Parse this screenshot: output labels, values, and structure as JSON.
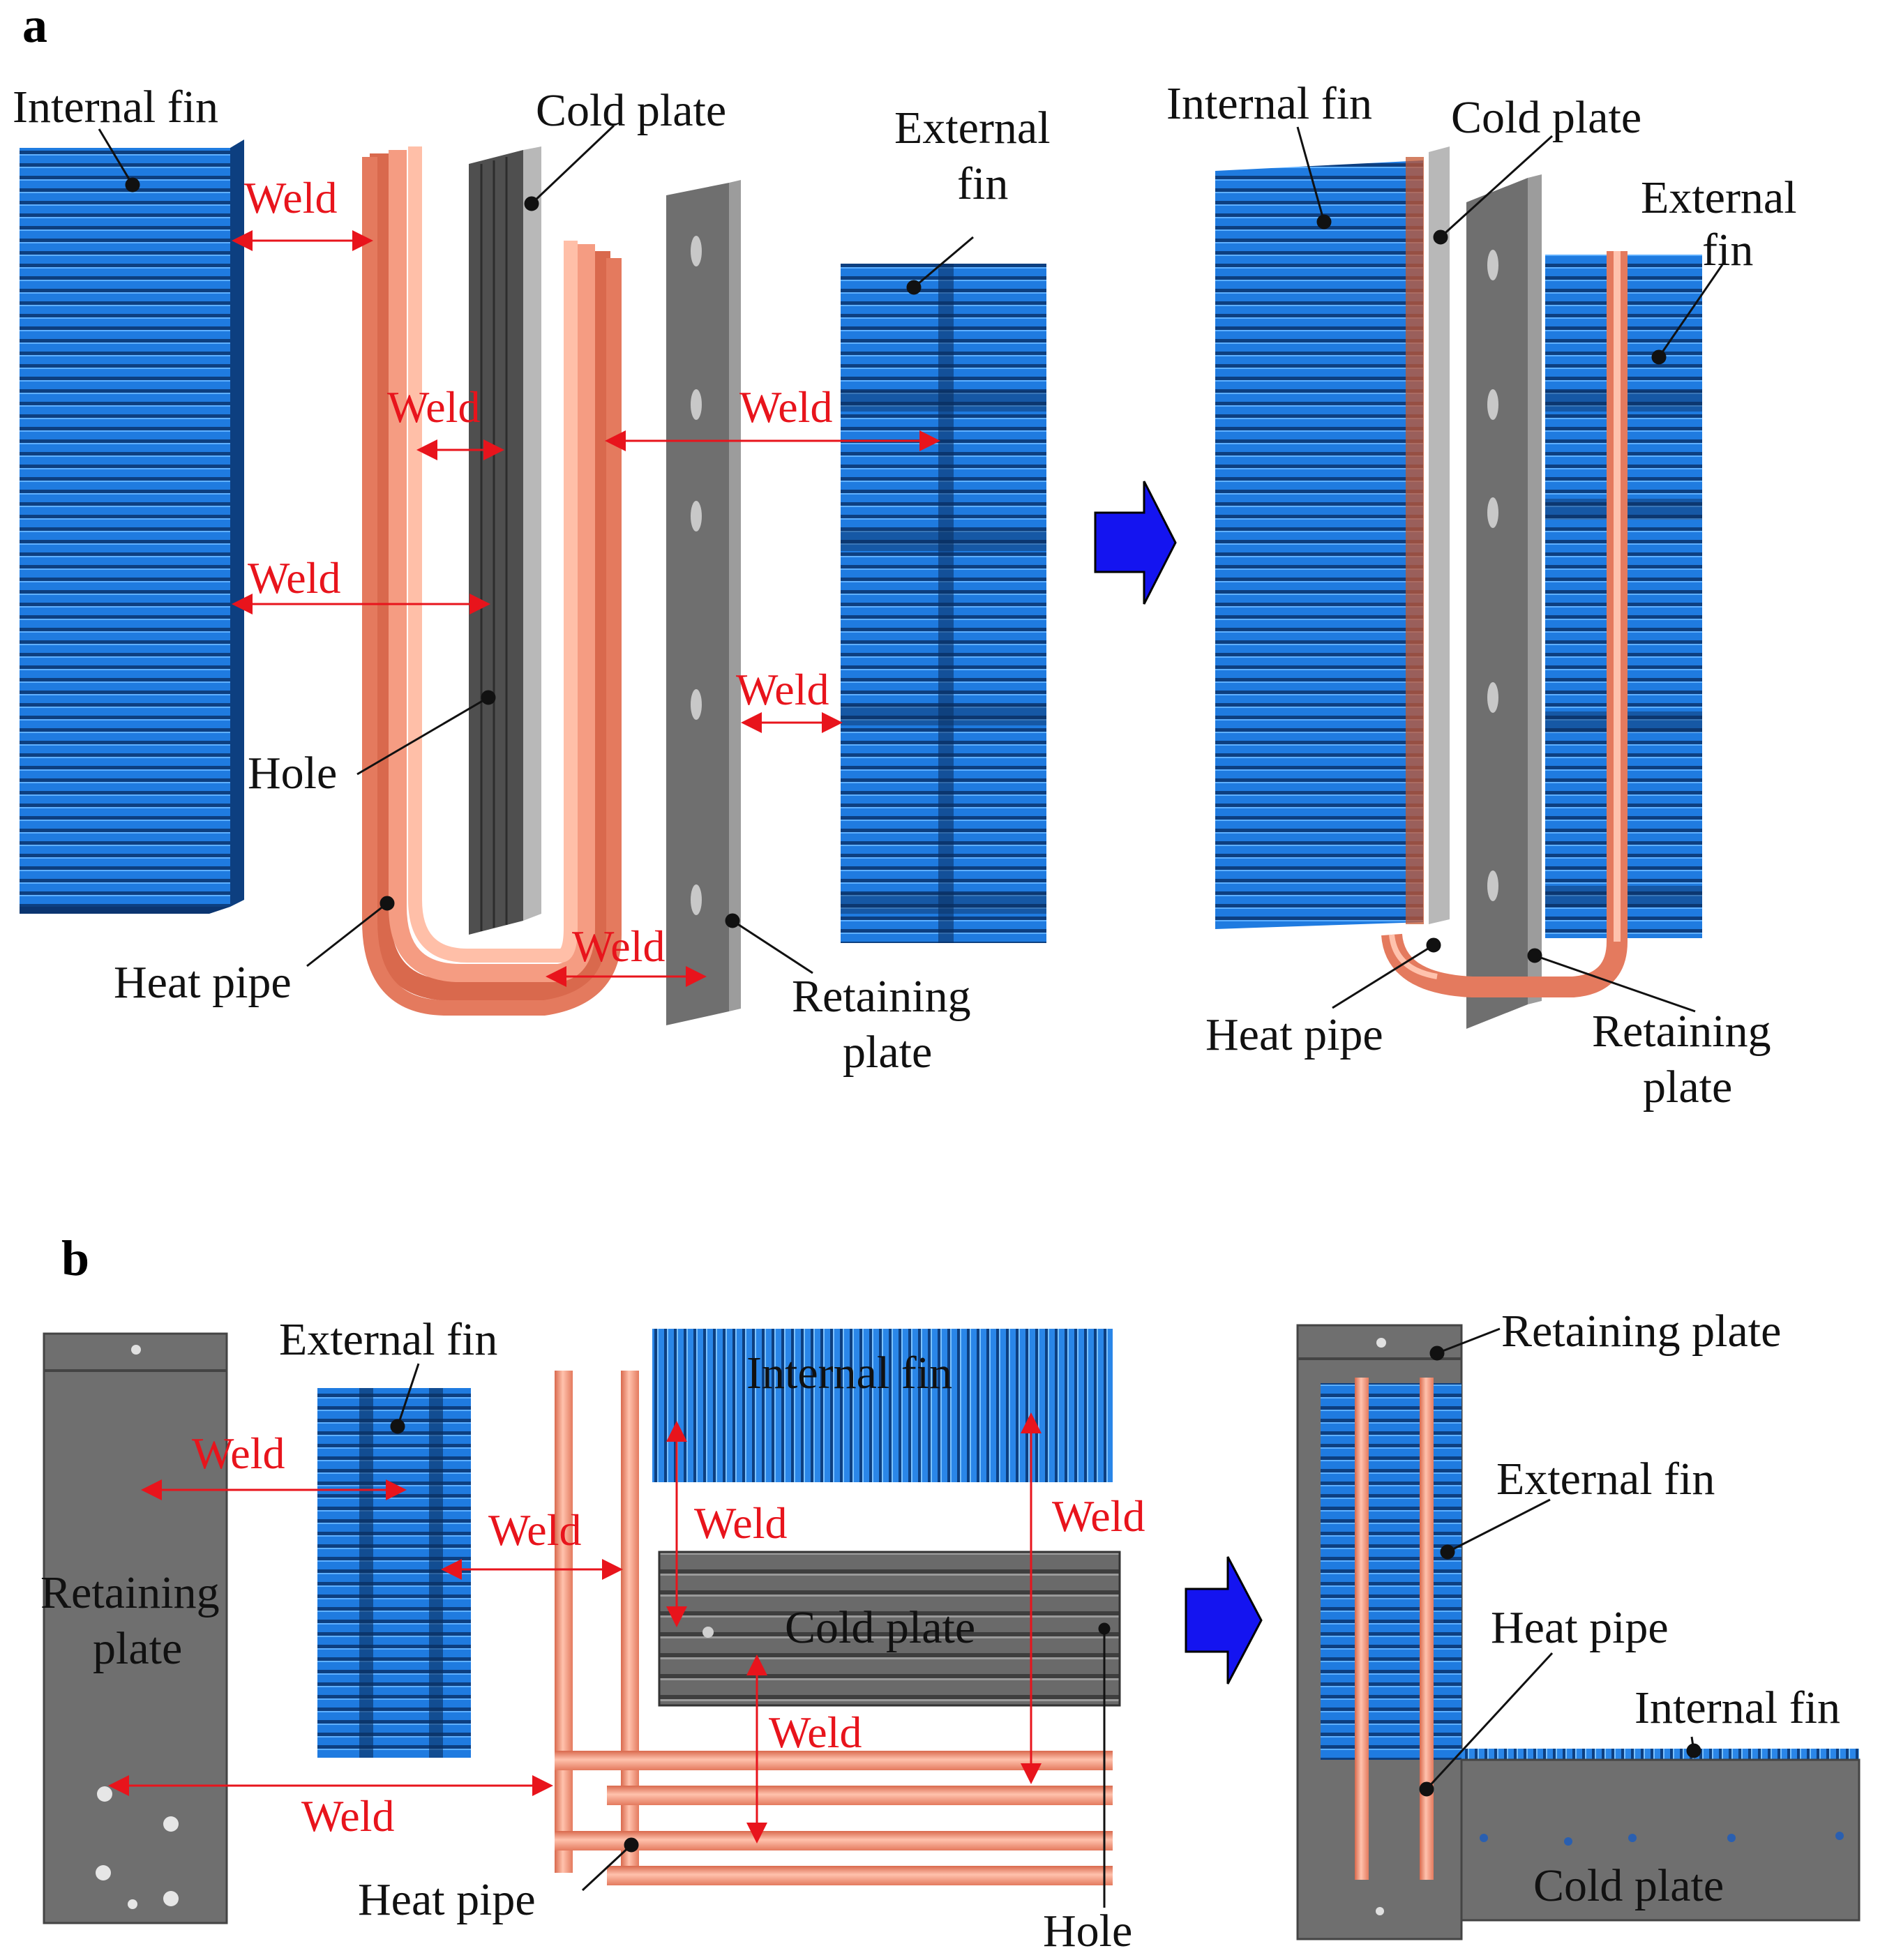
{
  "panels": {
    "a": {
      "letter": "a",
      "left": {
        "internal_fin": "Internal fin",
        "cold_plate": "Cold plate",
        "external_fin_line1": "External",
        "external_fin_line2": "fin",
        "hole": "Hole",
        "heat_pipe": "Heat pipe",
        "retaining_plate_line1": "Retaining",
        "retaining_plate_line2": "plate",
        "welds": [
          "Weld",
          "Weld",
          "Weld",
          "Weld",
          "Weld",
          "Weld"
        ]
      },
      "right": {
        "internal_fin": "Internal fin",
        "cold_plate": "Cold plate",
        "external_fin_line1": "External",
        "external_fin_line2": "fin",
        "heat_pipe": "Heat pipe",
        "retaining_plate_line1": "Retaining",
        "retaining_plate_line2": "plate"
      }
    },
    "b": {
      "letter": "b",
      "left": {
        "external_fin": "External fin",
        "internal_fin": "Internal fin",
        "retaining_plate_line1": "Retaining",
        "retaining_plate_line2": "plate",
        "cold_plate": "Cold plate",
        "heat_pipe": "Heat pipe",
        "hole": "Hole",
        "welds": [
          "Weld",
          "Weld",
          "Weld",
          "Weld",
          "Weld",
          "Weld"
        ]
      },
      "right": {
        "retaining_plate": "Retaining plate",
        "external_fin": "External fin",
        "heat_pipe": "Heat pipe",
        "internal_fin": "Internal fin",
        "cold_plate": "Cold plate"
      }
    }
  },
  "colors": {
    "fin_blue": "#1f7be0",
    "fin_dark": "#0d3f80",
    "plate_grey": "#707070",
    "plate_light": "#b8b8b8",
    "pipe_copper": "#f0957a",
    "pipe_highlight": "#ffc4b0",
    "weld_red": "#e8141c",
    "arrow_blue": "#1414f0"
  }
}
